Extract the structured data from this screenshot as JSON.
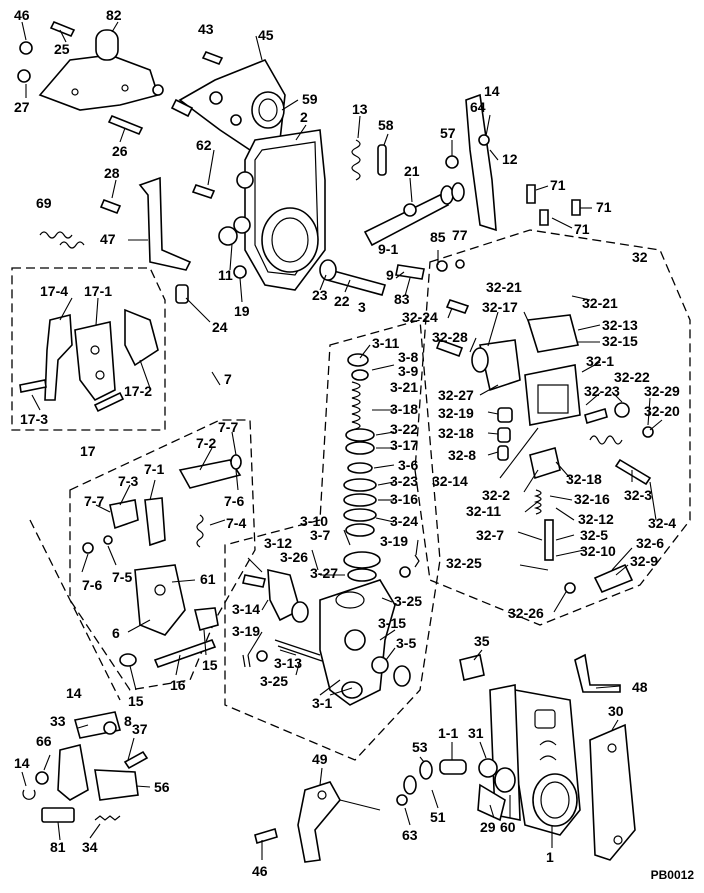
{
  "sheet_code": "PB0012",
  "callouts": {
    "c46a": "46",
    "c82": "82",
    "c43": "43",
    "c45": "45",
    "c25": "25",
    "c27": "27",
    "c59": "59",
    "c13": "13",
    "c58": "58",
    "c2": "2",
    "c14a": "14",
    "c64": "64",
    "c57": "57",
    "c12": "12",
    "c26": "26",
    "c62": "62",
    "c21": "21",
    "c28": "28",
    "c71a": "71",
    "c71b": "71",
    "c71c": "71",
    "c69": "69",
    "c47": "47",
    "c91": "9-1",
    "c77": "77",
    "c85": "85",
    "c11": "11",
    "c23": "23",
    "c22": "22",
    "c9": "9",
    "c83": "83",
    "c32": "32",
    "c19": "19",
    "c174": "17-4",
    "c171": "17-1",
    "c24": "24",
    "c3": "3",
    "c3221a": "32-21",
    "c3221b": "32-21",
    "c3217": "32-17",
    "c3224": "32-24",
    "c3213": "32-13",
    "c3228": "32-28",
    "c311": "3-11",
    "c38": "3-8",
    "c3215": "32-15",
    "c172": "17-2",
    "c39": "3-9",
    "c321": "32-1",
    "c3227": "32-27",
    "c321b": "3-21",
    "c3223": "32-23",
    "c3222": "32-22",
    "c3229": "32-29",
    "c173": "17-3",
    "c318": "3-18",
    "c3219": "32-19",
    "c3220": "32-20",
    "c7": "7",
    "c322": "3-22",
    "c3218": "32-18",
    "c317": "3-17",
    "c17": "17",
    "c77b": "7-7",
    "c72": "7-2",
    "c328": "32-8",
    "c36": "3-6",
    "c3214": "32-14",
    "c3218b": "32-18",
    "c73": "7-3",
    "c71x": "7-1",
    "c323": "3-23",
    "c322b": "32-2",
    "c3216": "32-16",
    "c323b": "32-3",
    "c77c": "7-7",
    "c76": "7-6",
    "c316": "3-16",
    "c3211": "32-11",
    "c3212": "32-12",
    "c324": "32-4",
    "c74": "7-4",
    "c310": "3-10",
    "c37": "3-7",
    "c324b": "3-24",
    "c327": "32-7",
    "c325": "32-5",
    "c312": "3-12",
    "c319": "3-19",
    "c3210": "32-10",
    "c326": "32-6",
    "c326b": "3-26",
    "c3225": "32-25",
    "c329": "32-9",
    "c76b": "7-6",
    "c75": "7-5",
    "c327b": "3-27",
    "c61": "61",
    "c325b": "3-25",
    "c314": "3-14",
    "c3226": "32-26",
    "c6": "6",
    "c315": "3-15",
    "c319b": "3-19",
    "c35a": "3-5",
    "c15a": "15",
    "c35": "35",
    "c313": "3-13",
    "c16": "16",
    "c325c": "3-25",
    "c15b": "15",
    "c48": "48",
    "c31x": "3-1",
    "c14b": "14",
    "c8": "8",
    "c11b": "1-1",
    "c31": "31",
    "c33": "33",
    "c30": "30",
    "c37b": "37",
    "c66": "66",
    "c53": "53",
    "c49": "49",
    "c14c": "14",
    "c56": "56",
    "c51": "51",
    "c29": "29",
    "c60": "60",
    "c63": "63",
    "c81": "81",
    "c34": "34",
    "c1": "1",
    "c46b": "46"
  }
}
